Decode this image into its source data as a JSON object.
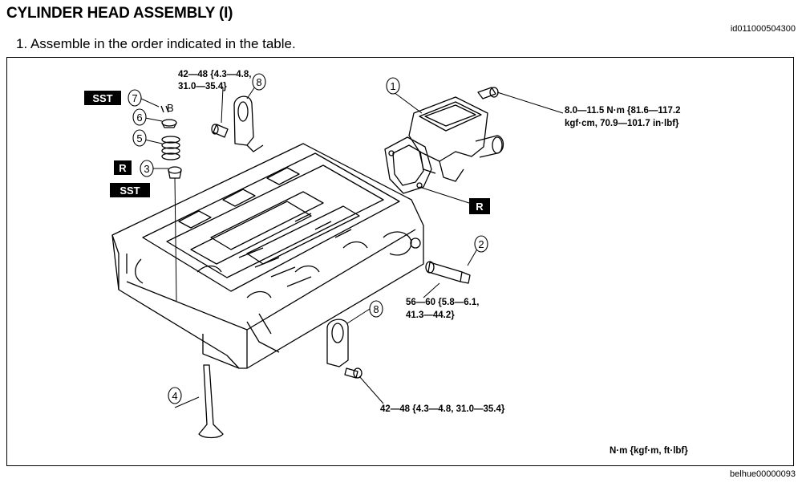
{
  "header": {
    "title": "CYLINDER HEAD ASSEMBLY (I)",
    "doc_id": "id011000504300",
    "step": "1.  Assemble in the order indicated in the table."
  },
  "figure": {
    "figure_id": "belhue00000093",
    "units_note": "N·m {kgf·m, ft·lbf}",
    "callouts": {
      "c1": "1",
      "c2": "2",
      "c3": "3",
      "c4": "4",
      "c5": "5",
      "c6": "6",
      "c7": "7",
      "c8a": "8",
      "c8b": "8"
    },
    "badges": {
      "sst_top": "SST",
      "sst_mid": "SST",
      "r_left": "R",
      "r_right": "R"
    },
    "letter_b": "B",
    "torques": {
      "t_top_l1": "42—48 {4.3—4.8,",
      "t_top_l2": "31.0—35.4}",
      "t_right_l1": "8.0—11.5 N·m {81.6—117.2",
      "t_right_l2": "kgf·cm, 70.9—101.7 in·lbf}",
      "t_mid_l1": "56—60 {5.8—6.1,",
      "t_mid_l2": "41.3—44.2}",
      "t_bottom": "42—48 {4.3—4.8, 31.0—35.4}"
    }
  }
}
